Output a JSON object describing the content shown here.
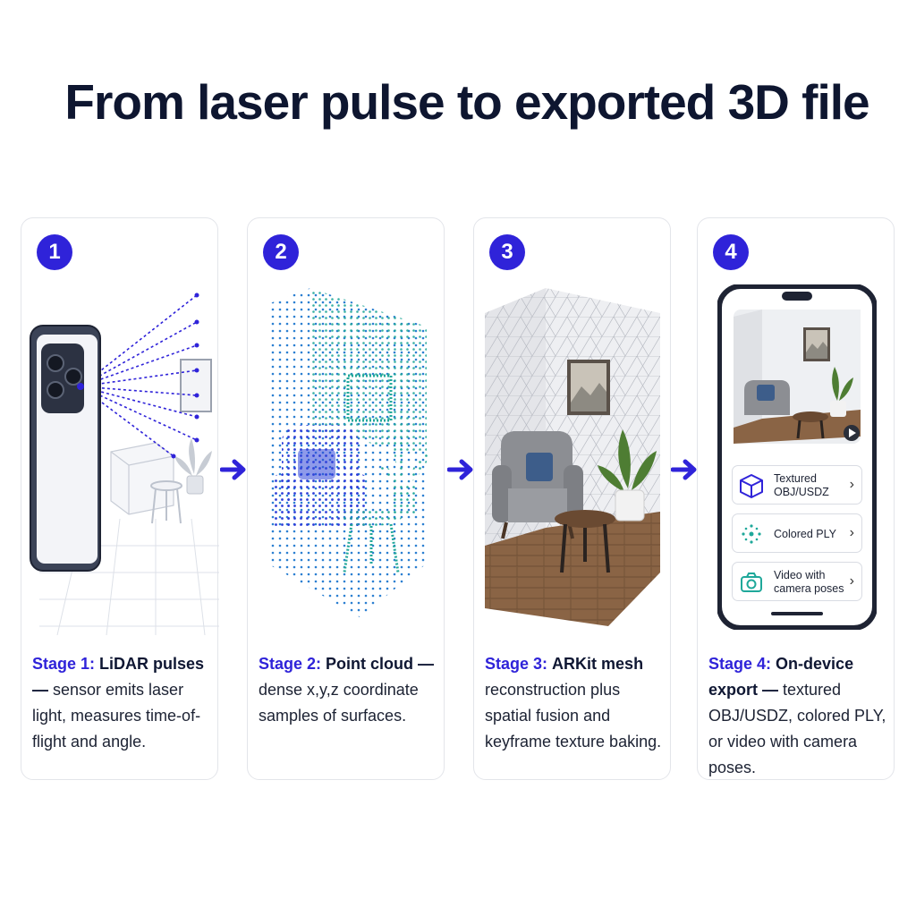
{
  "title": "From laser pulse to exported 3D file",
  "colors": {
    "accent": "#2f23d9",
    "teal": "#1fa89a",
    "text": "#0f1733"
  },
  "stages": [
    {
      "number": "1",
      "stage_label": "Stage 1:",
      "heading": "LiDAR pulses —",
      "body": "sensor emits laser light, measures time-of-flight and angle."
    },
    {
      "number": "2",
      "stage_label": "Stage 2:",
      "heading": "Point cloud —",
      "body": "dense x,y,z coordinate samples of surfaces."
    },
    {
      "number": "3",
      "stage_label": "Stage 3:",
      "heading": "ARKit mesh",
      "body": "reconstruction plus spatial fusion and keyframe texture baking."
    },
    {
      "number": "4",
      "stage_label": "Stage 4:",
      "heading": "On-device export —",
      "body": "textured OBJ/USDZ, colored PLY, or video with camera poses."
    }
  ],
  "export_options": [
    {
      "label": "Textured OBJ/USDZ",
      "icon": "cube-icon"
    },
    {
      "label": "Colored PLY",
      "icon": "point-cloud-icon"
    },
    {
      "label": "Video with camera poses",
      "icon": "camera-icon"
    }
  ]
}
